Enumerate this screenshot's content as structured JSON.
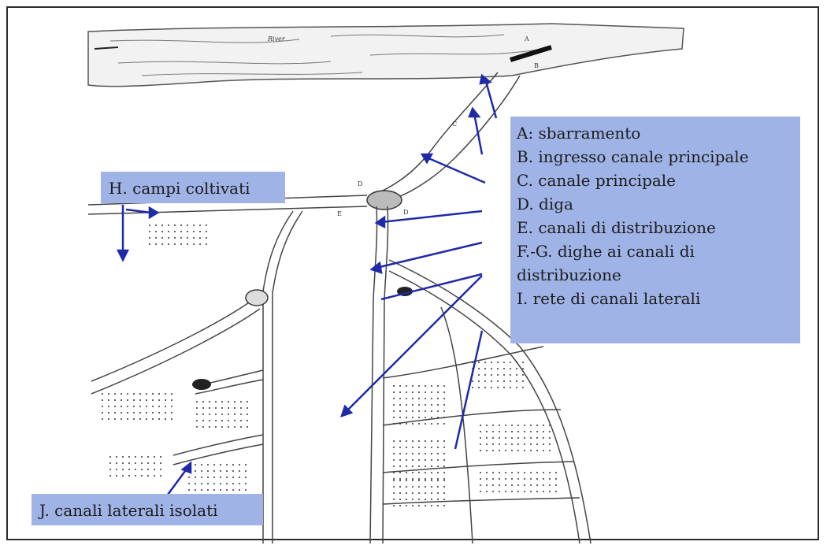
{
  "river_label": "River",
  "legend": {
    "items": [
      "A: sbarramento",
      "B. ingresso canale principale",
      "C. canale principale",
      "D. diga",
      "E. canali di distribuzione",
      "F.-G. dighe ai canali di",
      "distribuzione",
      "I. rete di canali laterali"
    ]
  },
  "callouts": {
    "h": "H. campi coltivati",
    "j": "J. canali laterali isolati"
  },
  "colors": {
    "legend_bg": "#9fb3e6",
    "arrow": "#1f2aa8",
    "ink": "#333333"
  }
}
